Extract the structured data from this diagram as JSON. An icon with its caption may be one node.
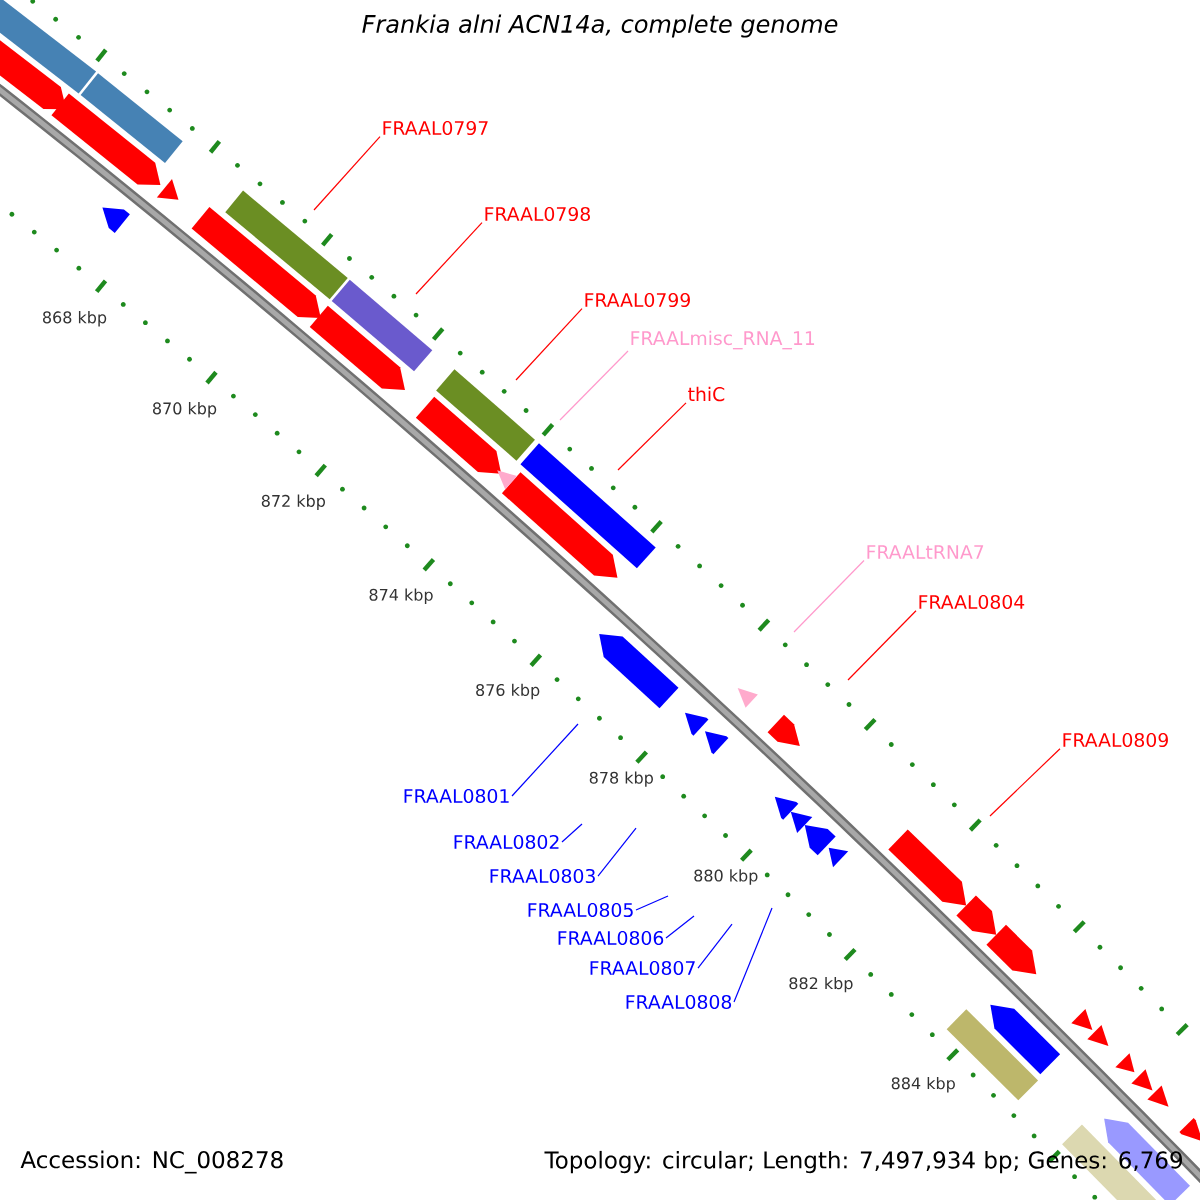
{
  "diagram": {
    "title": "Frankia alni ACN14a, complete genome",
    "nodes": [
      {
        "text": [
          "FRAAL0797"
        ]
      },
      {
        "text": [
          "FRAAL0798"
        ]
      },
      {
        "text": [
          "FRAAL0799"
        ]
      },
      {
        "text": [
          "FRAALmisc_RNA_11"
        ]
      },
      {
        "text": [
          "thiC"
        ]
      },
      {
        "text": [
          "FRAALtRNA7"
        ]
      },
      {
        "text": [
          "FRAAL0804"
        ]
      },
      {
        "text": [
          "FRAAL0809"
        ]
      },
      {
        "text": [
          "FRAAL0801"
        ]
      },
      {
        "text": [
          "FRAAL0802"
        ]
      },
      {
        "text": [
          "FRAAL0803"
        ]
      },
      {
        "text": [
          "FRAAL0805"
        ]
      },
      {
        "text": [
          "FRAAL0806"
        ]
      },
      {
        "text": [
          "FRAAL0807"
        ]
      },
      {
        "text": [
          "FRAAL0808"
        ]
      }
    ],
    "edges": [
      {
        "from": 0,
        "to": null,
        "arrow": "none",
        "color": "#ff0000"
      },
      {
        "from": 1,
        "to": null,
        "arrow": "none",
        "color": "#ff0000"
      },
      {
        "from": 2,
        "to": null,
        "arrow": "none",
        "color": "#ff0000"
      },
      {
        "from": 3,
        "to": null,
        "arrow": "none",
        "color": "#ff99cc"
      },
      {
        "from": 4,
        "to": null,
        "arrow": "none",
        "color": "#ff0000"
      },
      {
        "from": 5,
        "to": null,
        "arrow": "none",
        "color": "#ff99cc"
      },
      {
        "from": 6,
        "to": null,
        "arrow": "none",
        "color": "#ff0000"
      },
      {
        "from": 7,
        "to": null,
        "arrow": "none",
        "color": "#ff0000"
      },
      {
        "from": 8,
        "to": null,
        "arrow": "none"
      },
      {
        "from": 9,
        "to": null,
        "arrow": "none"
      },
      {
        "from": 10,
        "to": null,
        "arrow": "none"
      },
      {
        "from": 11,
        "to": null,
        "arrow": "none"
      },
      {
        "from": 12,
        "to": null,
        "arrow": "none"
      },
      {
        "from": 13,
        "to": null,
        "arrow": "none"
      },
      {
        "from": 14,
        "to": null,
        "arrow": "none"
      }
    ],
    "labels": [
      "868 kbp",
      "870 kbp",
      "872 kbp",
      "874 kbp",
      "876 kbp",
      "878 kbp",
      "880 kbp",
      "882 kbp",
      "884 kbp",
      "Accession: NC_008278",
      "Topology: circular; Length: 7,497,934 bp; Genes: 6,769"
    ]
  }
}
